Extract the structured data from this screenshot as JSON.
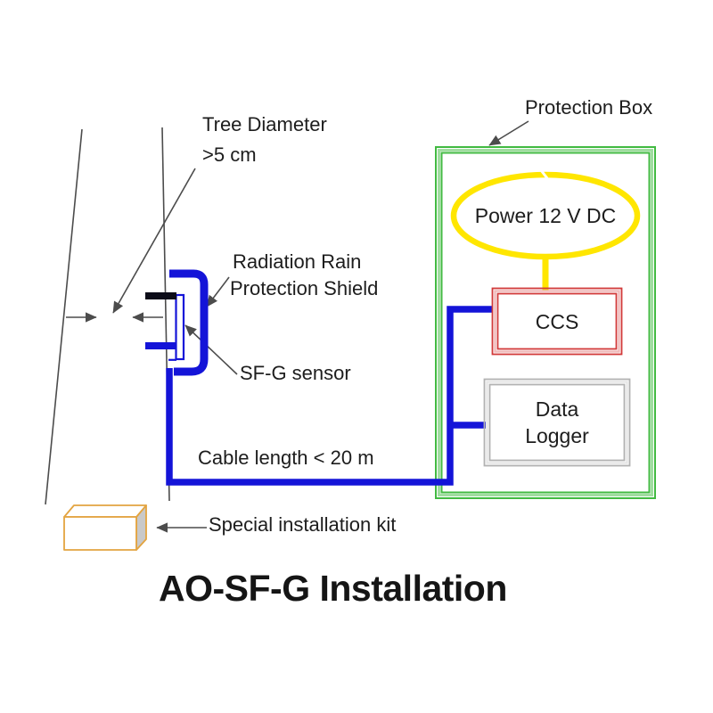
{
  "title": "AO-SF-G Installation",
  "labels": {
    "tree_diameter_1": "Tree Diameter",
    "tree_diameter_2": ">5 cm",
    "shield_1": "Radiation Rain",
    "shield_2": "Protection Shield",
    "sensor": "SF-G sensor",
    "cable_length": "Cable length < 20 m",
    "protection_box": "Protection Box",
    "install_kit": "Special installation kit"
  },
  "protection_box": {
    "power": "Power 12 V DC",
    "ccs": "CCS",
    "data_logger_1": "Data",
    "data_logger_2": "Logger"
  },
  "colors": {
    "ink": "#1d1d1d",
    "line": "#4c4c4c",
    "blue": "#1414d8",
    "green": "#41ba41",
    "green_light": "#a0dda0",
    "red": "#d23a3a",
    "red_light": "#f0baba",
    "gray": "#b2b2b2",
    "gray_light": "#e6e6e6",
    "yellow": "#ffe600",
    "orange": "#e3a440",
    "kit_side": "#c9c9c9",
    "clamp": "#0c0c18"
  }
}
